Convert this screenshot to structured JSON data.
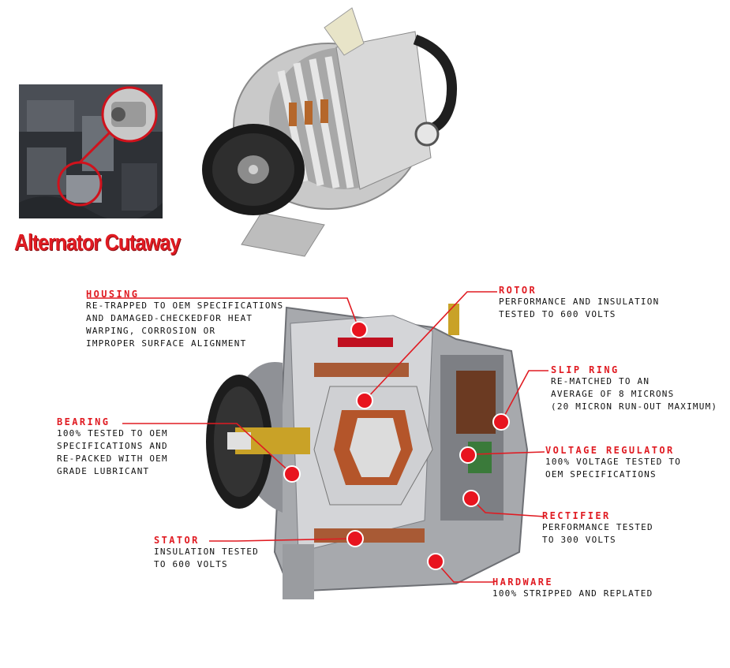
{
  "title": "Alternator Cutaway",
  "colors": {
    "accent_red": "#e01b22",
    "text": "#111111",
    "background": "#ffffff"
  },
  "callouts": [
    {
      "id": "housing",
      "heading": "HOUSING",
      "lines": [
        "RE-TRAPPED TO OEM SPECIFICATIONS",
        "AND DAMAGED-CHECKEDFOR HEAT",
        "WARPING, CORROSION OR",
        "IMPROPER SURFACE ALIGNMENT"
      ]
    },
    {
      "id": "rotor",
      "heading": "ROTOR",
      "lines": [
        "PERFORMANCE AND INSULATION",
        "TESTED TO 600 VOLTS"
      ]
    },
    {
      "id": "slip-ring",
      "heading": "SLIP RING",
      "lines": [
        "RE-MATCHED TO AN",
        "AVERAGE OF 8 MICRONS",
        "(20 MICRON RUN-OUT MAXIMUM)"
      ]
    },
    {
      "id": "bearing",
      "heading": "BEARING",
      "lines": [
        "100% TESTED TO OEM",
        "SPECIFICATIONS AND",
        "RE-PACKED WITH OEM",
        "GRADE LUBRICANT"
      ]
    },
    {
      "id": "voltage-regulator",
      "heading": "VOLTAGE REGULATOR",
      "lines": [
        "100% VOLTAGE TESTED TO",
        "OEM SPECIFICATIONS"
      ]
    },
    {
      "id": "rectifier",
      "heading": "RECTIFIER",
      "lines": [
        "PERFORMANCE TESTED",
        "TO 300 VOLTS"
      ]
    },
    {
      "id": "stator",
      "heading": "STATOR",
      "lines": [
        "INSULATION TESTED",
        "TO 600 VOLTS"
      ]
    },
    {
      "id": "hardware",
      "heading": "HARDWARE",
      "lines": [
        "100% STRIPPED AND REPLATED"
      ]
    }
  ]
}
